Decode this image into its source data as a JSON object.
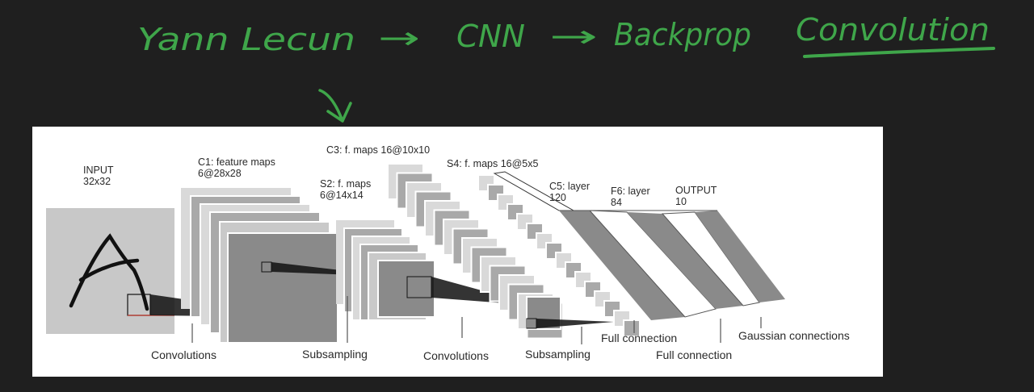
{
  "notes": {
    "handwritten": [
      "Yann Lecun",
      "→",
      "CNN",
      "→",
      "Backprop",
      "Convolution"
    ],
    "ink_color": "#3fa64a"
  },
  "diagram": {
    "layers": {
      "input": {
        "title": "INPUT",
        "size": "32x32"
      },
      "c1": {
        "title": "C1: feature maps",
        "size": "6@28x28"
      },
      "s2": {
        "title": "S2: f. maps",
        "size": "6@14x14"
      },
      "c3": {
        "title": "C3: f. maps 16@10x10"
      },
      "s4": {
        "title": "S4: f. maps 16@5x5"
      },
      "c5": {
        "title": "C5: layer",
        "size": "120"
      },
      "f6": {
        "title": "F6: layer",
        "size": "84"
      },
      "output": {
        "title": "OUTPUT",
        "size": "10"
      }
    },
    "operations": {
      "conv1": "Convolutions",
      "sub1": "Subsampling",
      "conv2": "Convolutions",
      "sub2": "Subsampling",
      "full1": "Full connection",
      "full2": "Full connection",
      "gauss": "Gaussian connections"
    },
    "input_glyph": "A"
  }
}
